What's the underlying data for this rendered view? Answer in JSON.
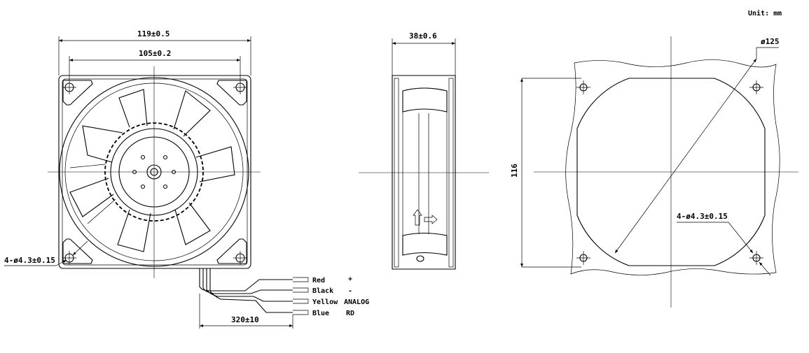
{
  "unit_label": "Unit: mm",
  "front_view": {
    "overall_width": "119±0.5",
    "hole_pitch": "105±0.2",
    "mount_hole": "4-ø4.3±0.15",
    "lead_length": "320±10"
  },
  "side_view": {
    "depth": "38±0.6"
  },
  "cutout_view": {
    "diameter": "ø125",
    "height": "116",
    "mount_hole": "4-ø4.3±0.15"
  },
  "wires": [
    {
      "color": "Red",
      "function": "+"
    },
    {
      "color": "Black",
      "function": "-"
    },
    {
      "color": "Yellow",
      "function": "ANALOG"
    },
    {
      "color": "Blue",
      "function": "RD"
    }
  ]
}
